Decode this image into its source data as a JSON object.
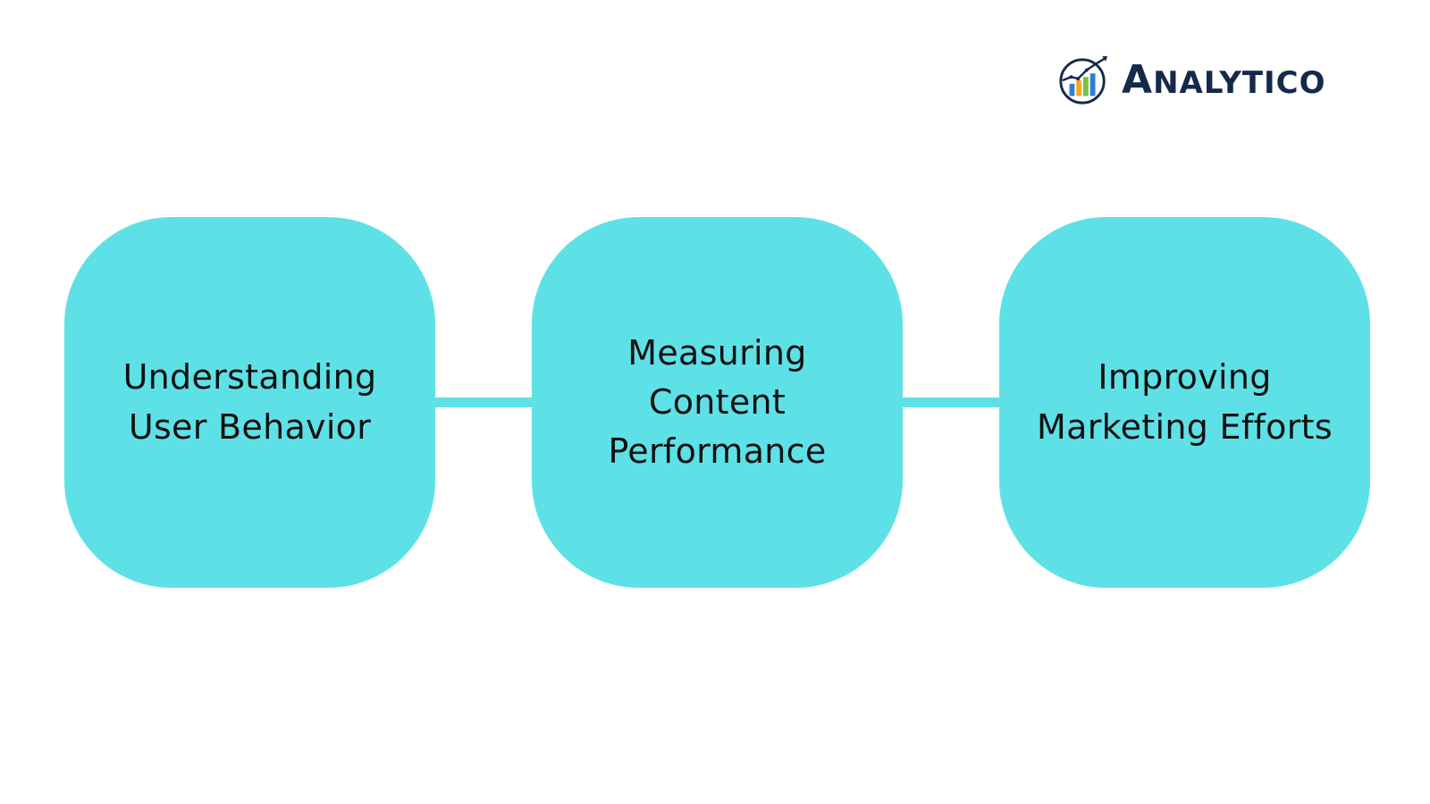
{
  "logo": {
    "name_cap": "A",
    "name_rest": "NALYTICO",
    "icon": "analytico-logo-icon",
    "colors": {
      "navy": "#15294a",
      "bar_blue": "#2b7fd8",
      "bar_green": "#7ac143",
      "bar_orange": "#f5a623",
      "ring": "#15294a"
    }
  },
  "steps": [
    {
      "label": "Understanding User Behavior"
    },
    {
      "label": "Measuring Content Performance"
    },
    {
      "label": "Improving Marketing Efforts"
    }
  ],
  "colors": {
    "box_fill": "#5ee1e6",
    "connector": "#5ee1e6",
    "text": "#111111",
    "background": "#ffffff"
  }
}
